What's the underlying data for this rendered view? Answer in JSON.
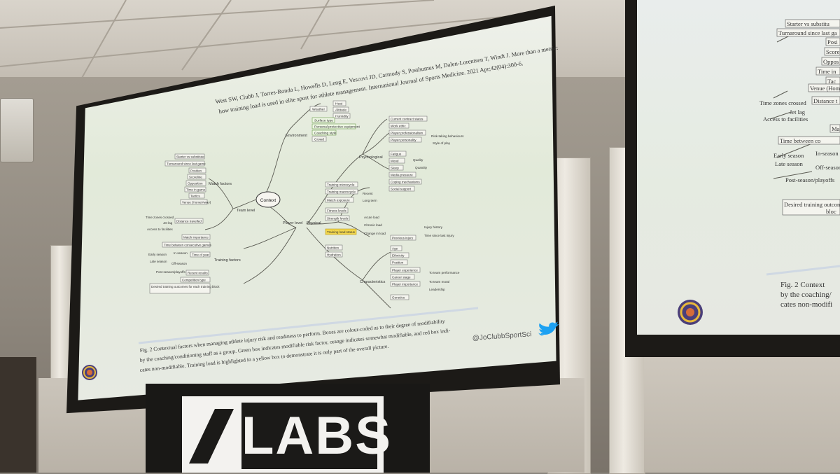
{
  "main_slide": {
    "citation_line1": "West SW, Clubb J, Torres-Ronda L, Howells D, Leng E, Vescovi JD, Carmody S, Posthumus M, Dalen-Lorentsen T, Windt J. More than a metric:",
    "citation_line2": "how training load is used in elite sport for athlete management. International Journal of Sports Medicine. 2021 Apr;42(04):300-6.",
    "caption_line1": "Fig. 2   Contextual factors when managing athlete injury risk and readiness to perform. Boxes are colour-coded as to their degree of modifiability",
    "caption_line2": "by the coaching/conditioning staff as a group. Green box indicates modifiable risk factor, orange indicates somewhat modifiable, and red box indi-",
    "caption_line3": "cates non-modifiable. Training load is highlighted in a yellow box to demonstrate it is only part of the overall picture.",
    "twitter_handle": "@JoClubbSportSci",
    "center_node": "Context",
    "branches": {
      "environment": {
        "label": "Environment",
        "items": [
          "Weather",
          "Heat",
          "Altitude",
          "Humidity",
          "Surface type",
          "Personal protective equipment",
          "Coaching style",
          "Crowd"
        ]
      },
      "team_level": {
        "label": "Team level",
        "match_factors": "Match factors",
        "items": [
          "Starter vs substitute",
          "Turnaround since last game",
          "Position",
          "Scoreline",
          "Opposition",
          "Time in game",
          "Tactics",
          "Venue (Home/Away)",
          "Time zones crossed",
          "Jet lag",
          "Distance travelled",
          "Access to facilities"
        ]
      },
      "training_factors": {
        "label": "Training factors",
        "items": [
          "Match importance",
          "Time between consecutive games",
          "Early season",
          "In-season",
          "Late season",
          "Off-season",
          "Time of year",
          "Post-season/playoffs",
          "Recent results",
          "Competition type",
          "Desired training outcomes for each training block"
        ]
      },
      "player_level": {
        "label": "Player level"
      },
      "psychological": {
        "label": "Psychological",
        "items": [
          "Current contract status",
          "Work ethic",
          "Player professionalism",
          "Player personality",
          "Risk-taking behaviours",
          "Style of play",
          "Fatigue",
          "Mood",
          "Sleep",
          "Quality",
          "Quantity",
          "Media pressure",
          "Coping mechanisms",
          "Social support"
        ]
      },
      "physical": {
        "label": "Physical",
        "items": [
          "Training microcycle",
          "Training macrocycle",
          "Match exposure",
          "Recent",
          "Long term",
          "Fitness levels",
          "Strength levels",
          "Training load status",
          "Acute load",
          "Chronic load",
          "Change in load",
          "Nutrition",
          "Hydration"
        ]
      },
      "characteristics": {
        "label": "Characteristics",
        "items": [
          "Previous injury",
          "Injury history",
          "Time since last injury",
          "Age",
          "Ethnicity",
          "Position",
          "Player experience",
          "Career stage",
          "To team performance",
          "Player importance",
          "To team moral",
          "Leadership",
          "Genetics"
        ]
      }
    }
  },
  "side_slide": {
    "items": [
      "Starter vs substitu",
      "Turnaround since last ga",
      "Posi",
      "Score",
      "Oppos",
      "Time in",
      "Tac",
      "Venue (Home",
      "Time zones crossed",
      "Jet lag",
      "Distance t",
      "Access to facilities",
      "Ma",
      "Time between co",
      "Early season",
      "In-season",
      "Late season",
      "Off-season",
      "Post-season/playoffs",
      "Desired training outcon",
      "bloc"
    ],
    "caption_line1": "Fig. 2   Context",
    "caption_line2": "by the coaching/",
    "caption_line3": "cates non-modifi"
  },
  "banner": {
    "text": "LABS"
  },
  "colors": {
    "twitter": "#1da1f2",
    "highlight": "#f2d64b",
    "frame": "#1c1a17",
    "banner": "#191816"
  }
}
